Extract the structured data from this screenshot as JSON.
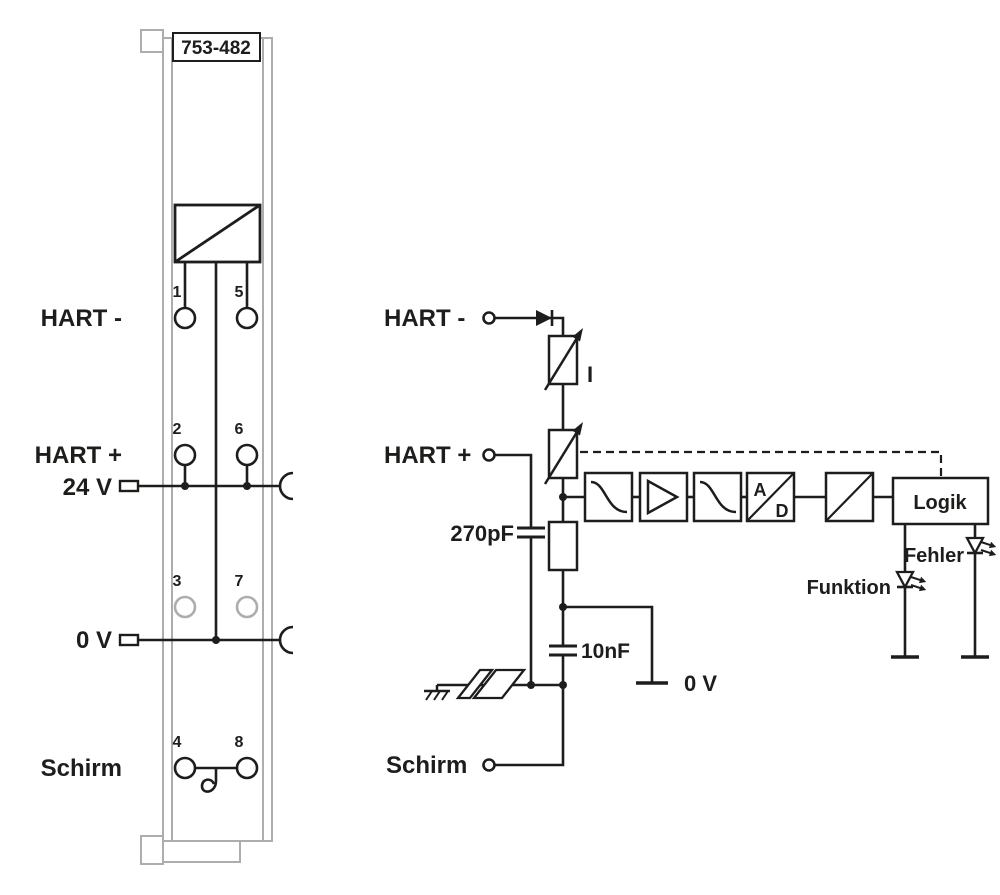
{
  "colors": {
    "ink": "#1d1d1b",
    "module_gray": "#adadaf",
    "background": "#ffffff"
  },
  "module": {
    "part_number": "753-482",
    "terminals": {
      "n1": "1",
      "n2": "2",
      "n3": "3",
      "n4": "4",
      "n5": "5",
      "n6": "6",
      "n7": "7",
      "n8": "8"
    },
    "labels": {
      "hart_minus": "HART -",
      "hart_plus": "HART +",
      "supply": "24 V",
      "zero": "0 V",
      "shield": "Schirm"
    }
  },
  "schematic": {
    "labels": {
      "hart_minus": "HART -",
      "hart_plus": "HART +",
      "current": "I",
      "cap_input": "270pF",
      "cap_ground": "10nF",
      "zero": "0 V",
      "shield": "Schirm",
      "logic": "Logik",
      "led_error": "Fehler",
      "led_function": "Funktion",
      "adc_a": "A",
      "adc_d": "D"
    }
  },
  "icons": {
    "diode": "filled-triangle-right-with-bar",
    "variable_resistor": "box-with-diagonal-arrow",
    "shunt_resistor": "plain-box",
    "capacitor": "parallel-plates",
    "led": "triangle-down-with-bar-and-light-rays",
    "earth_ground": "bar-with-diagonal-hatches",
    "din_rail": "slanted-rail-profile",
    "galvanic_isolation": "box-with-diagonal",
    "ad_converter": "box-with-diagonal-A-D",
    "amplifier": "outline-triangle-right",
    "lowpass_filter": "descending-s-curve",
    "bus_contact": "c-shaped-contact",
    "supply_plug": "small-rectangle"
  }
}
